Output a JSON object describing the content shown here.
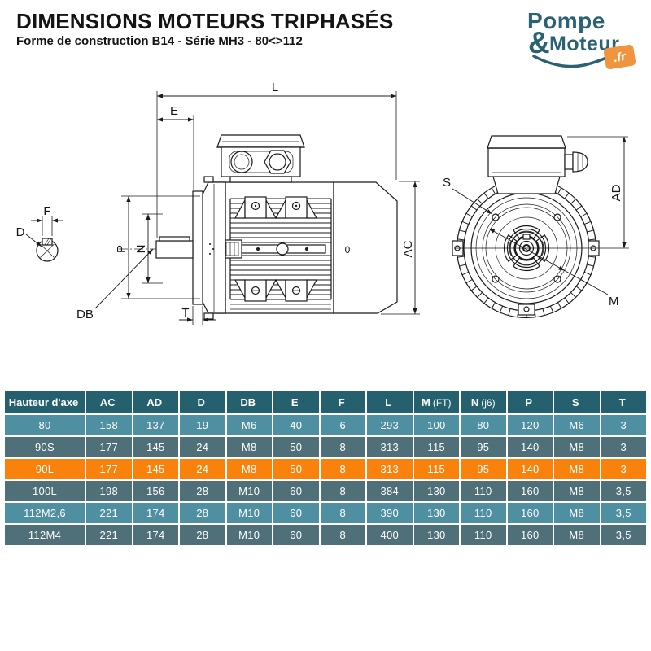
{
  "header": {
    "title": "DIMENSIONS MOTEURS TRIPHASÉS",
    "subtitle": "Forme de construction B14 - Série MH3 - 80<>112"
  },
  "logo": {
    "word1": "Pompe",
    "amp": "&",
    "word2": "Moteur",
    "tld": ".fr"
  },
  "drawing": {
    "labels": {
      "L": "L",
      "E": "E",
      "P": "P",
      "N": "N",
      "T": "T",
      "DB": "DB",
      "AC": "AC",
      "O": "0",
      "S": "S",
      "AD": "AD",
      "M": "M",
      "D": "D",
      "F": "F"
    }
  },
  "table": {
    "columns": [
      {
        "label": "Hauteur d'axe",
        "unit": ""
      },
      {
        "label": "AC",
        "unit": ""
      },
      {
        "label": "AD",
        "unit": ""
      },
      {
        "label": "D",
        "unit": ""
      },
      {
        "label": "DB",
        "unit": ""
      },
      {
        "label": "E",
        "unit": ""
      },
      {
        "label": "F",
        "unit": ""
      },
      {
        "label": "L",
        "unit": ""
      },
      {
        "label": "M",
        "unit": "(FT)"
      },
      {
        "label": "N",
        "unit": "(j6)"
      },
      {
        "label": "P",
        "unit": ""
      },
      {
        "label": "S",
        "unit": ""
      },
      {
        "label": "T",
        "unit": ""
      }
    ],
    "rows": [
      {
        "highlight": false,
        "cells": [
          "80",
          "158",
          "137",
          "19",
          "M6",
          "40",
          "6",
          "293",
          "100",
          "80",
          "120",
          "M6",
          "3"
        ]
      },
      {
        "highlight": false,
        "cells": [
          "90S",
          "177",
          "145",
          "24",
          "M8",
          "50",
          "8",
          "313",
          "115",
          "95",
          "140",
          "M8",
          "3"
        ]
      },
      {
        "highlight": true,
        "cells": [
          "90L",
          "177",
          "145",
          "24",
          "M8",
          "50",
          "8",
          "313",
          "115",
          "95",
          "140",
          "M8",
          "3"
        ]
      },
      {
        "highlight": false,
        "cells": [
          "100L",
          "198",
          "156",
          "28",
          "M10",
          "60",
          "8",
          "384",
          "130",
          "110",
          "160",
          "M8",
          "3,5"
        ]
      },
      {
        "highlight": false,
        "cells": [
          "112M2,6",
          "221",
          "174",
          "28",
          "M10",
          "60",
          "8",
          "390",
          "130",
          "110",
          "160",
          "M8",
          "3,5"
        ]
      },
      {
        "highlight": false,
        "cells": [
          "112M4",
          "221",
          "174",
          "28",
          "M10",
          "60",
          "8",
          "400",
          "130",
          "110",
          "160",
          "M8",
          "3,5"
        ]
      }
    ]
  },
  "colors": {
    "table_header_bg": "#25606f",
    "row_light": "#4e90a2",
    "row_dark": "#4f6f79",
    "row_highlight": "#f8820c",
    "logo_teal": "#2a6173",
    "logo_orange": "#f0953d",
    "line": "#1a1a1a"
  }
}
